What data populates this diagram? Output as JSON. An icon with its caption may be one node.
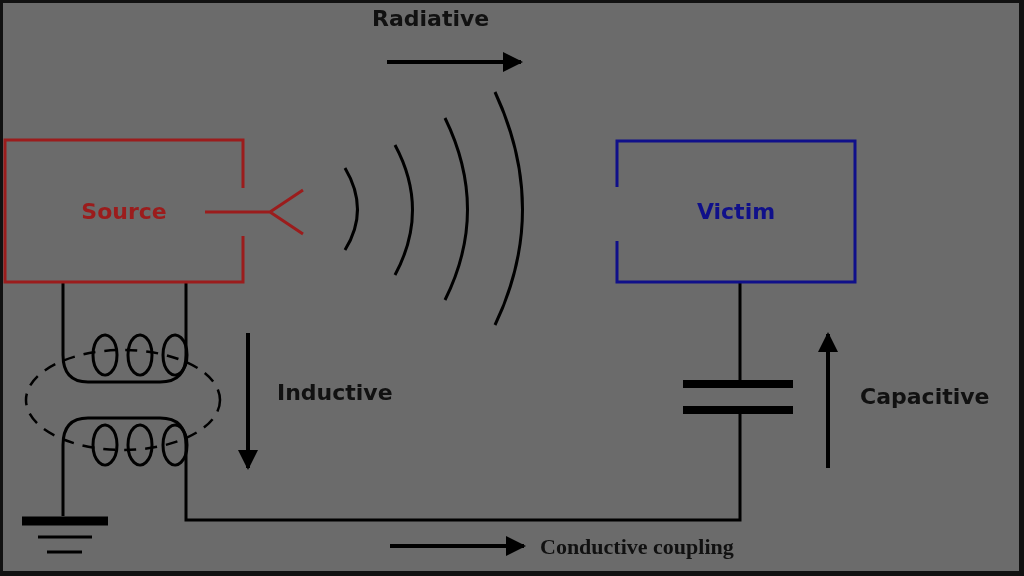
{
  "diagram": {
    "nodes": [
      {
        "text": [
          "Source"
        ]
      },
      {
        "text": [
          "Victim"
        ]
      },
      {
        "text": [],
        "shape": "transformer"
      },
      {
        "text": [],
        "shape": "capacitor"
      },
      {
        "text": [],
        "shape": "ground"
      }
    ],
    "edges": [
      {
        "from": 0,
        "to": 2,
        "arrow": "none"
      },
      {
        "from": 0,
        "to": 2,
        "arrow": "none"
      },
      {
        "from": 2,
        "to": 4,
        "arrow": "none"
      },
      {
        "from": 2,
        "to": 3,
        "arrow": "none"
      },
      {
        "from": 3,
        "to": 1,
        "arrow": "none"
      }
    ],
    "labels": [
      "Radiative",
      "Inductive",
      "Capacitive",
      "Conductive coupling"
    ]
  }
}
